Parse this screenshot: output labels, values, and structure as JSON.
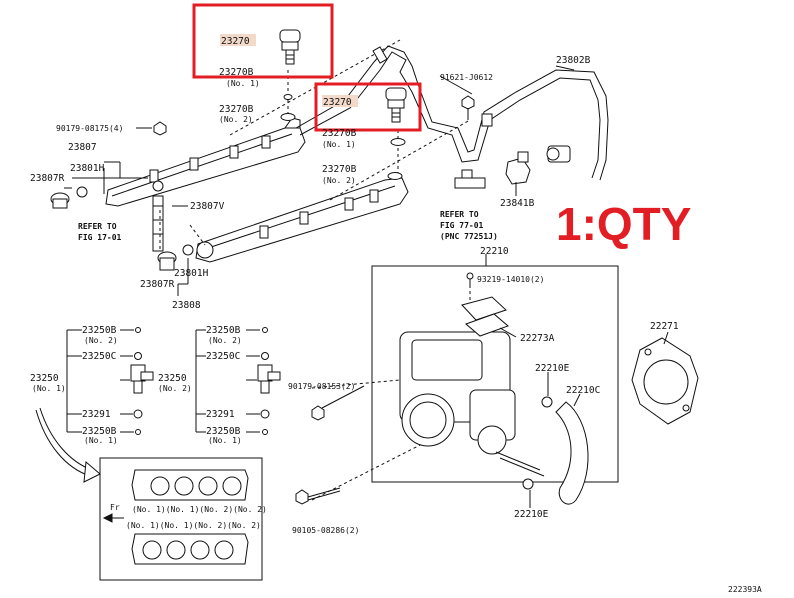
{
  "diagram_id": "222393A",
  "annotation": {
    "text": "1:QTY",
    "color": "#e21d23"
  },
  "highlight_color": "#e21d23",
  "labels": {
    "p23270_top": "23270",
    "p23270_mid": "23270",
    "p23270b_1": "23270B",
    "p23270b_1_note": "(No. 1)",
    "p23270b_2": "23270B",
    "p23270b_2_note": "(No. 2)",
    "p23270b_3": "23270B",
    "p23270b_3_note": "(No. 1)",
    "p23270b_4": "23270B",
    "p23270b_4_note": "(No. 2)",
    "p90179_08175": "90179-08175(4)",
    "p23807": "23807",
    "p23801h_a": "23801H",
    "p23807r_a": "23807R",
    "p23807v": "23807V",
    "refer1_line1": "REFER TO",
    "refer1_line2": "FIG 17-01",
    "p23801h_b": "23801H",
    "p23807r_b": "23807R",
    "p23808": "23808",
    "p91621": "91621-J0612",
    "p23802b": "23802B",
    "p23841b": "23841B",
    "refer2_line1": "REFER TO",
    "refer2_line2": "FIG 77-01",
    "refer2_line3": "(PNC 77251J)",
    "p22210": "22210",
    "p93219": "93219-14010(2)",
    "p22273a": "22273A",
    "p22210e_a": "22210E",
    "p22210c": "22210C",
    "p22210e_b": "22210E",
    "p90179_08153": "90179-08153(2)",
    "p90105": "90105-08286(2)",
    "p22271": "22271",
    "l23250b_1": "23250B",
    "l23250b_1n": "(No. 2)",
    "l23250c": "23250C",
    "l23250": "23250",
    "l23250n": "(No. 1)",
    "l23291": "23291",
    "l23250b_2": "23250B",
    "l23250b_2n": "(No. 1)",
    "r23250b_1": "23250B",
    "r23250b_1n": "(No. 2)",
    "r23250c": "23250C",
    "r23250": "23250",
    "r23250n": "(No. 2)",
    "r23291": "23291",
    "r23250b_2": "23250B",
    "r23250b_2n": "(No. 1)",
    "fr": "Fr",
    "box_row1": "(No. 1)(No. 1)(No. 2)(No. 2)",
    "box_row2": "(No. 1)(No. 1)(No. 2)(No. 2)"
  }
}
